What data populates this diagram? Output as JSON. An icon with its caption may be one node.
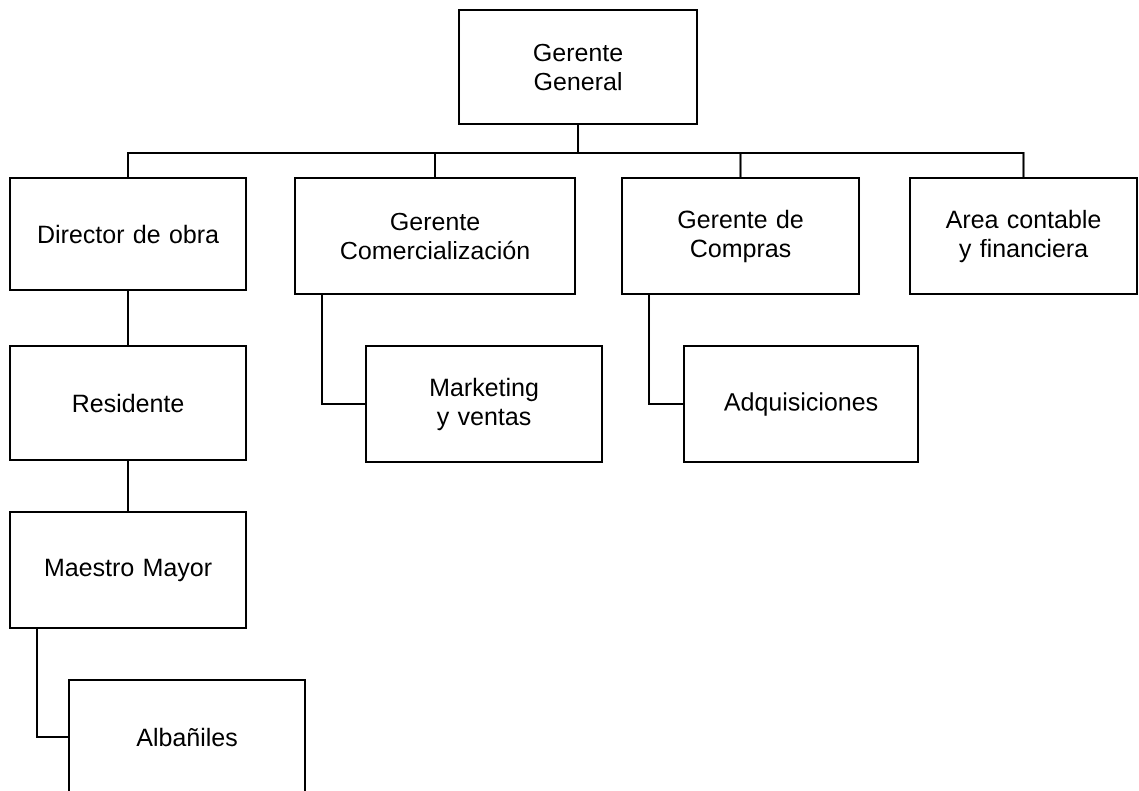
{
  "diagram": {
    "nodes": [
      {
        "text": [
          "Gerente General"
        ]
      },
      {
        "text": [
          "Director de obra"
        ]
      },
      {
        "text": [
          "Gerente Comercialización"
        ]
      },
      {
        "text": [
          "Gerente de Compras"
        ]
      },
      {
        "text": [
          "Area contable y financiera"
        ]
      },
      {
        "text": [
          "Residente"
        ]
      },
      {
        "text": [
          "Marketing y ventas"
        ]
      },
      {
        "text": [
          "Adquisiciones"
        ]
      },
      {
        "text": [
          "Maestro Mayor"
        ]
      },
      {
        "text": [
          "Albañiles"
        ]
      }
    ],
    "edges": [
      {
        "from": 0,
        "to": 1,
        "arrow": "none"
      },
      {
        "from": 0,
        "to": 2,
        "arrow": "none"
      },
      {
        "from": 0,
        "to": 3,
        "arrow": "none"
      },
      {
        "from": 0,
        "to": 4,
        "arrow": "none"
      },
      {
        "from": 1,
        "to": 5,
        "arrow": "none"
      },
      {
        "from": 5,
        "to": 8,
        "arrow": "none"
      },
      {
        "from": 8,
        "to": 9,
        "arrow": "none"
      },
      {
        "from": 2,
        "to": 6,
        "arrow": "none"
      },
      {
        "from": 3,
        "to": 7,
        "arrow": "none"
      }
    ]
  }
}
